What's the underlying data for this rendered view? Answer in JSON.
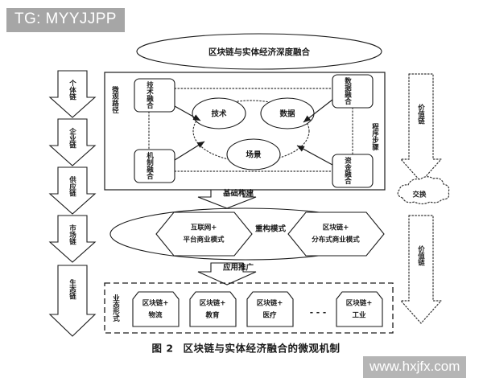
{
  "meta": {
    "title": "区块链与实体经济融合的微观机制",
    "caption_number": "图 2",
    "caption_text": "区块链与实体经济融合的微观机制",
    "tg_banner": "TG: MYYJJPP",
    "watermark": "www.hxjfx.com",
    "background_color": "#ffffff",
    "line_color": "#1a1a1a",
    "banner_color": "#a6a6a6"
  },
  "top_ellipse": {
    "label": "区块链与实体经济深度融合"
  },
  "left_chain": {
    "items": [
      {
        "label": "个体链"
      },
      {
        "label": "企业链"
      },
      {
        "label": "供应链"
      },
      {
        "label": "市场链"
      },
      {
        "label": "生态链"
      }
    ]
  },
  "right_chain": {
    "items": [
      {
        "label": "价值链"
      },
      {
        "label": "价值链"
      }
    ],
    "cloud": {
      "label": "交换"
    }
  },
  "micro_panel": {
    "left_label": "微观路径",
    "right_label": "程序步骤",
    "corner_boxes": [
      {
        "label": "技术融合",
        "position": "top-left"
      },
      {
        "label": "数据融合",
        "position": "top-right"
      },
      {
        "label": "机制融合",
        "position": "bottom-left"
      },
      {
        "label": "资金融合",
        "position": "bottom-right"
      }
    ],
    "core_ellipses": [
      {
        "label": "技术"
      },
      {
        "label": "数据"
      },
      {
        "label": "场景"
      }
    ]
  },
  "connectors": {
    "build": "基础构建",
    "apply": "应用推广"
  },
  "restructure": {
    "center_label": "重构模式",
    "hexagons": [
      {
        "line1": "互联网+",
        "line2": "平台商业模式"
      },
      {
        "line1": "区块链+",
        "line2": "分布式商业模式"
      }
    ]
  },
  "formats": {
    "side_label": "业态形式",
    "items": [
      {
        "line1": "区块链+",
        "line2": "物流"
      },
      {
        "line1": "区块链+",
        "line2": "教育"
      },
      {
        "line1": "区块链+",
        "line2": "医疗"
      },
      {
        "line1": "区块链+",
        "line2": "工业"
      }
    ],
    "ellipsis": "- - -"
  }
}
